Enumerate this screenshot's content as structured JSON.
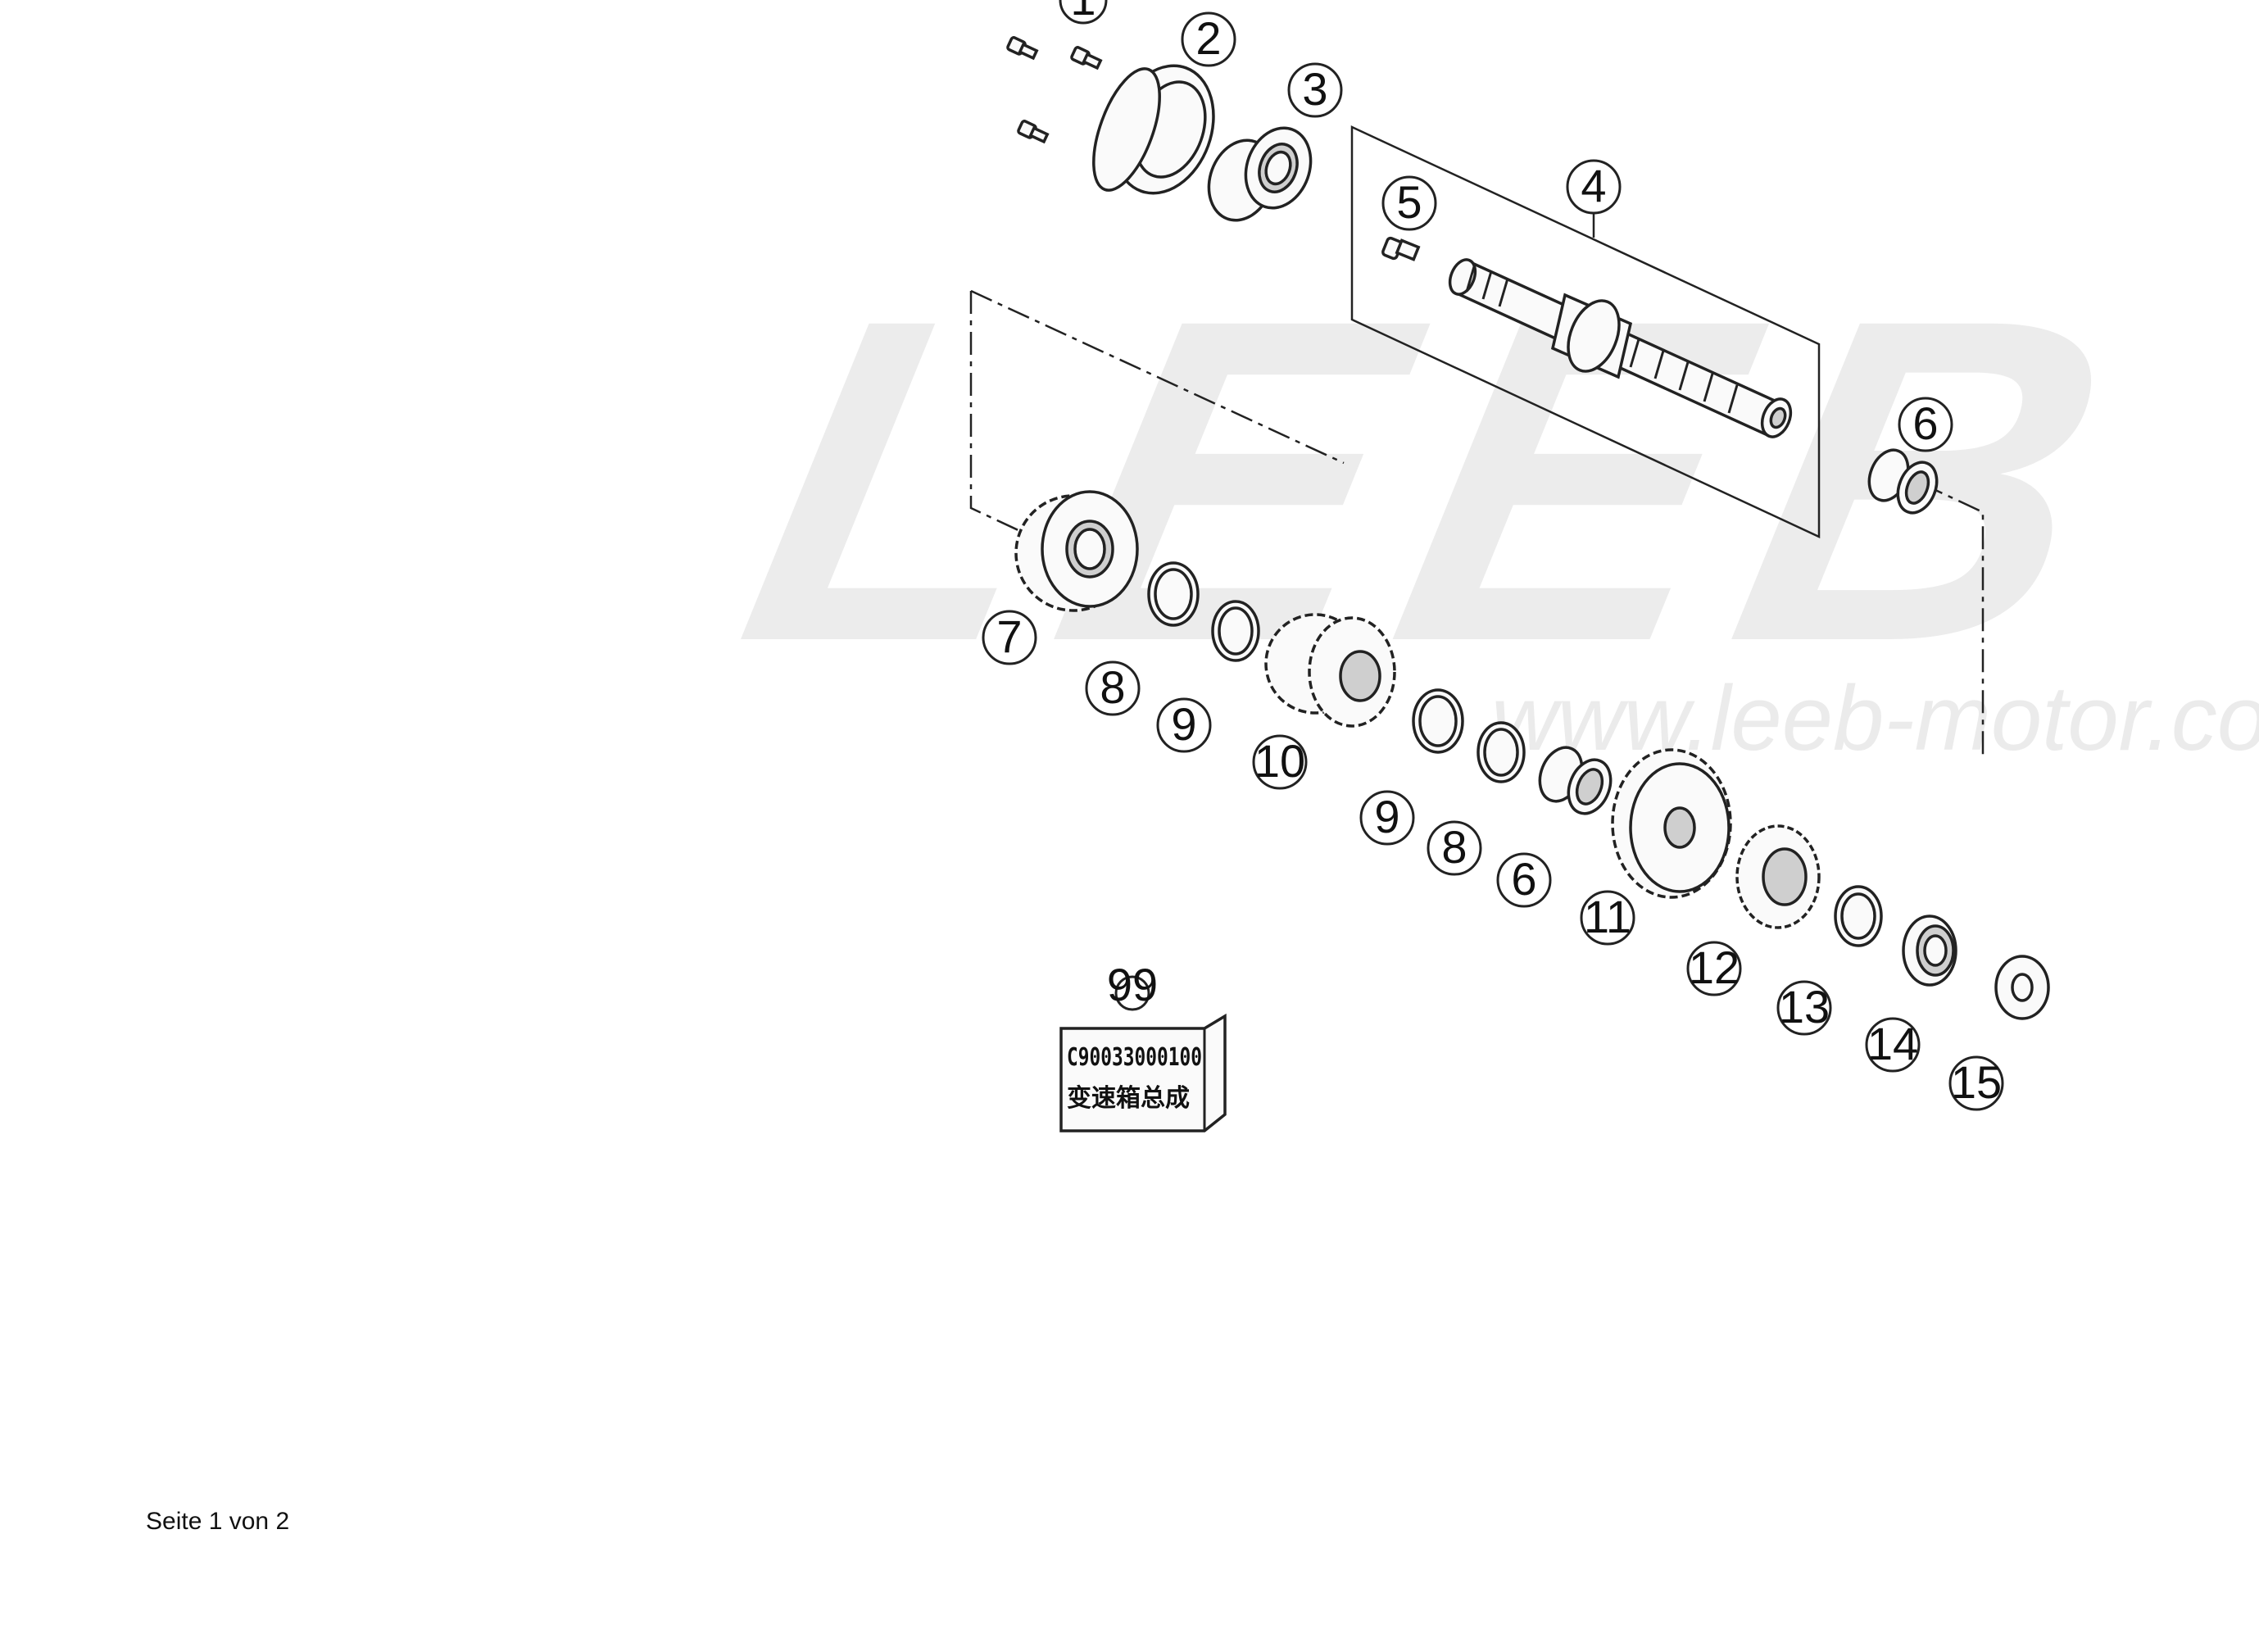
{
  "watermark": {
    "brand": "LEEB",
    "url": "www.leeb-motor.com"
  },
  "callouts": [
    {
      "id": "c1",
      "label": "1"
    },
    {
      "id": "c2",
      "label": "2"
    },
    {
      "id": "c3",
      "label": "3"
    },
    {
      "id": "c4",
      "label": "4"
    },
    {
      "id": "c5",
      "label": "5"
    },
    {
      "id": "c6a",
      "label": "6"
    },
    {
      "id": "c7",
      "label": "7"
    },
    {
      "id": "c8a",
      "label": "8"
    },
    {
      "id": "c9a",
      "label": "9"
    },
    {
      "id": "c10",
      "label": "10"
    },
    {
      "id": "c9b",
      "label": "9"
    },
    {
      "id": "c8b",
      "label": "8"
    },
    {
      "id": "c6b",
      "label": "6"
    },
    {
      "id": "c11",
      "label": "11"
    },
    {
      "id": "c12",
      "label": "12"
    },
    {
      "id": "c13",
      "label": "13"
    },
    {
      "id": "c14",
      "label": "14"
    },
    {
      "id": "c15",
      "label": "15"
    },
    {
      "id": "c99",
      "label": "99"
    }
  ],
  "assembly_box": {
    "part_number": "C90033000100",
    "name": "变速箱总成"
  },
  "footer": {
    "page": "Seite 1 von 2"
  }
}
